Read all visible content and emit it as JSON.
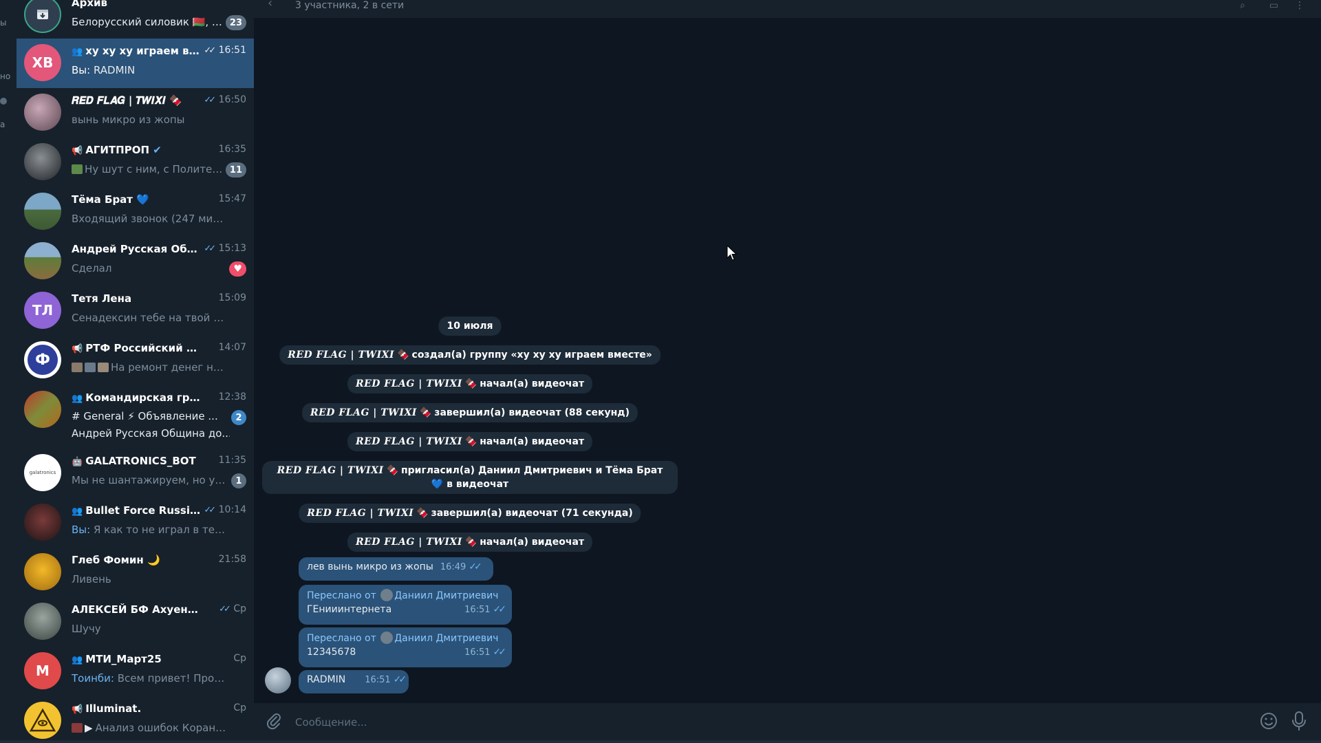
{
  "rail": {
    "fragments": [
      "ы",
      "но",
      "а"
    ]
  },
  "header": {
    "status": "3 участника, 2 в сети"
  },
  "chats": [
    {
      "title": "Архив",
      "preview": "Белорусский силовик 🇧🇾, Р...",
      "badge": "23"
    },
    {
      "title": "ху ху ху играем вмес...",
      "time": "16:51",
      "preview_prefix": "Вы:",
      "preview": "RADMIN",
      "avatar_text": "ХВ",
      "avatar_color": "#e2577a",
      "active": true
    },
    {
      "title": "𝑹𝑬𝑫 𝑭𝑳𝑨𝑮 | 𝑻𝑾𝑰𝑿𝑰",
      "time": "16:50",
      "preview": "вынь микро из жопы"
    },
    {
      "title": "АГИТПРОП",
      "time": "16:35",
      "preview": "Ну шут с ним, с Политехо...",
      "badge": "11"
    },
    {
      "title": "Тёма Брат",
      "time": "15:47",
      "preview": "Входящий звонок (247 мин. 14 се..."
    },
    {
      "title": "Андрей Русская Община",
      "time": "15:13",
      "preview": "Сделал",
      "badge": "♥"
    },
    {
      "title": "Тетя Лена",
      "time": "15:09",
      "preview": "Сенадексин тебе на твой вес5 та...",
      "avatar_text": "ТЛ",
      "avatar_color": "#8e64d6"
    },
    {
      "title": "РТФ Российский Трудов...",
      "time": "14:07",
      "preview": "На ремонт денег нет, но...",
      "avatar_text": "Ф",
      "avatar_color": "#2d3f9a"
    },
    {
      "title": "Командирская группа",
      "time": "12:38",
      "preview": "# General  ⚡ Объявление ...",
      "line3": "Андрей Русская Община до...",
      "badge": "2"
    },
    {
      "title": "GALATRONICS_BOT",
      "time": "11:35",
      "preview": "Мы не шантажируем, но у те...",
      "badge": "1",
      "avatar_text": "galatronics"
    },
    {
      "title": "Bullet Force Russian ...",
      "time": "10:14",
      "preview_prefix": "Вы:",
      "preview": "Я как то не играл в терку око..."
    },
    {
      "title": "Глеб Фомин 🌙",
      "time": "21:58",
      "preview": "Ливень"
    },
    {
      "title": "АЛЕКСЕЙ БФ Ахуенный",
      "time": "Ср",
      "preview": "Шучу"
    },
    {
      "title": "МТИ_Март25",
      "time": "Ср",
      "preview_prefix": "Тоинби:",
      "preview": "Всем привет! Прошу обр...",
      "avatar_text": "М",
      "avatar_color": "#e04a4a"
    },
    {
      "title": "Illuminat.",
      "time": "Ср",
      "preview": "Анализ ошибок Корана в о..."
    }
  ],
  "service": {
    "date": "10 июля",
    "sender": "𝑹𝑬𝑫 𝑭𝑳𝑨𝑮 | 𝑻𝑾𝑰𝑿𝑰",
    "created": "создал(а) группу «ху ху ху играем вместе»",
    "video_started": "начал(а) видеочат",
    "video_ended_88": "завершил(а) видеочат (88 секунд)",
    "invited": "пригласил(а) Даниил Дмитриевич и Тёма Брат",
    "invited_tail": "в видеочат",
    "video_ended_71": "завершил(а) видеочат (71 секунда)"
  },
  "messages": {
    "m1_text": "лев вынь микро из жопы",
    "m1_time": "16:49",
    "forwarded_label": "Переслано от",
    "forwarded_name": "Даниил Дмитриевич",
    "m2_text": "ГЕнииинтернета",
    "m2_time": "16:51",
    "m3_text": "12345678",
    "m3_time": "16:51",
    "m4_text": "RADMIN",
    "m4_time": "16:51"
  },
  "composer": {
    "placeholder": "Сообщение..."
  },
  "colors": {
    "sidebar": "#17212b",
    "chat_bg": "#0e1621",
    "active_row": "#2b5278",
    "bubble": "#2b5278",
    "accent": "#6ab3f3"
  }
}
